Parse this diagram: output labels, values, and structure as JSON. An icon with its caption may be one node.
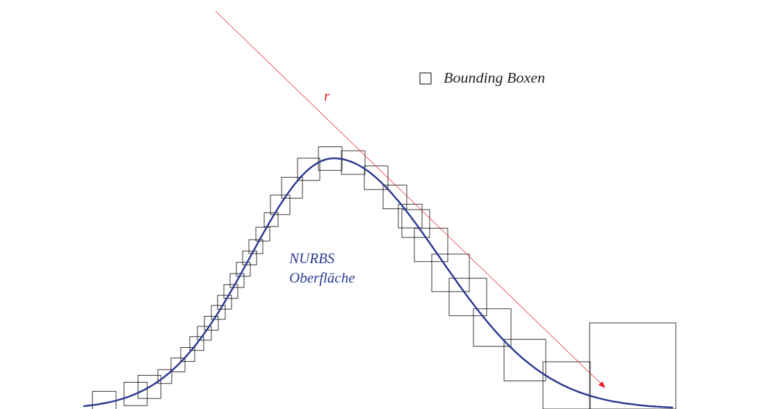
{
  "diagram": {
    "labels": [
      "r",
      "NURBS Oberfläche"
    ],
    "legend": [
      {
        "text": "Bounding Boxen"
      }
    ]
  }
}
